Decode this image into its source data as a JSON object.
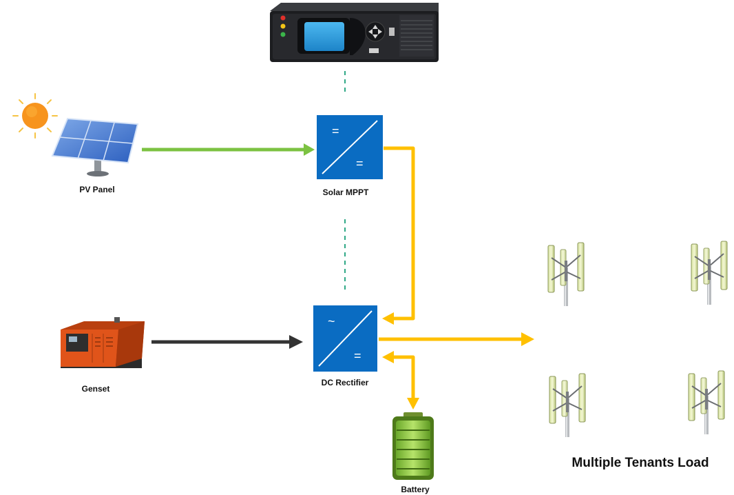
{
  "labels": {
    "pv_panel": "PV Panel",
    "solar_mppt": "Solar MPPT",
    "genset": "Genset",
    "dc_rectifier": "DC Rectifier",
    "battery": "Battery",
    "tenants_load": "Multiple Tenants Load"
  },
  "converter_symbols": {
    "mppt_in": "=",
    "mppt_out": "=",
    "rectifier_in": "~",
    "rectifier_out": "="
  },
  "colors": {
    "converter_blue": "#0a6cc2",
    "pv_flow_green": "#7cc242",
    "dc_flow_yellow": "#ffc000",
    "genset_flow_dark": "#333333",
    "control_link_teal": "#2fa886",
    "sun_orange": "#f7941d",
    "battery_green": "#8dc63f",
    "genset_orange": "#e0541a"
  },
  "icons": {
    "controller": "controller-unit-icon",
    "sun": "sun-icon",
    "solar_panel": "solar-panel-icon",
    "genset": "generator-icon",
    "battery": "battery-icon",
    "tenant": "wind-turbine-icon"
  }
}
